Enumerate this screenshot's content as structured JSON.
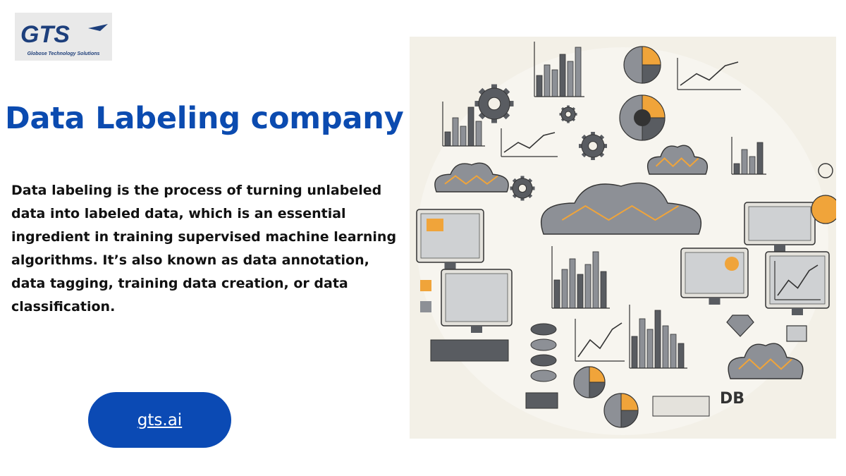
{
  "logo": {
    "mark": "GTS",
    "tagline": "Globose Technology Solutions",
    "colors": {
      "mark": "#1d3f7c",
      "background": "#e9e9e9"
    }
  },
  "headline": "Data Labeling company",
  "description": "Data labeling is the process of turning unlabeled data into labeled data, which is an essential ingredient in training supervised machine learning algorithms. It’s also known as data annotation, data tagging, training data creation, or data classification.",
  "cta": {
    "label": "gts.ai"
  },
  "illustration": {
    "labels": {
      "db": "DB"
    },
    "colors": {
      "accent": "#f0a43a",
      "dark": "#595c61",
      "mid": "#8d9096",
      "light": "#c9cbcd",
      "background": "#f3f0e7"
    }
  },
  "theme": {
    "title_color": "#0b4bb0",
    "button_color": "#0b4ab4",
    "text_color": "#111111"
  }
}
